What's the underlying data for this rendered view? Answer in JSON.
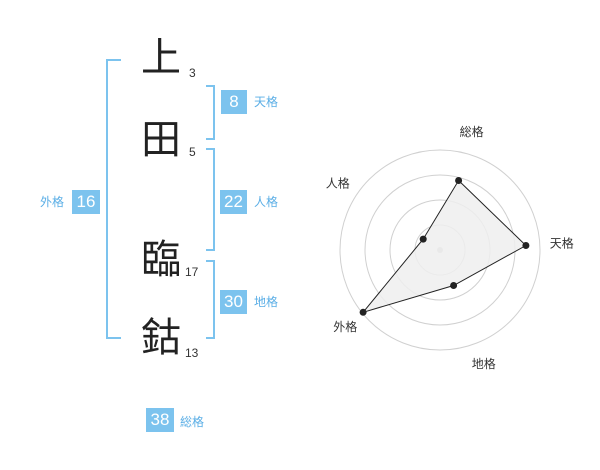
{
  "name": {
    "characters": [
      {
        "char": "上",
        "strokes": "3"
      },
      {
        "char": "田",
        "strokes": "5"
      },
      {
        "char": "臨",
        "strokes": "17"
      },
      {
        "char": "鈷",
        "strokes": "13"
      }
    ]
  },
  "fortunes": {
    "tenkaku": {
      "value": "8",
      "label": "天格"
    },
    "jinkaku": {
      "value": "22",
      "label": "人格"
    },
    "chikaku": {
      "value": "30",
      "label": "地格"
    },
    "gaikaku": {
      "value": "16",
      "label": "外格"
    },
    "soukaku": {
      "value": "38",
      "label": "総格"
    }
  },
  "bracket_color": "#7cc3ee",
  "chart_data": {
    "type": "radar",
    "axes": [
      "総格",
      "天格",
      "地格",
      "外格",
      "人格"
    ],
    "values": [
      0.72,
      0.86,
      0.38,
      0.99,
      0.2
    ],
    "range": [
      0,
      1
    ],
    "rings": 4,
    "fill_color": "#eeeeee",
    "line_color": "#222222"
  }
}
